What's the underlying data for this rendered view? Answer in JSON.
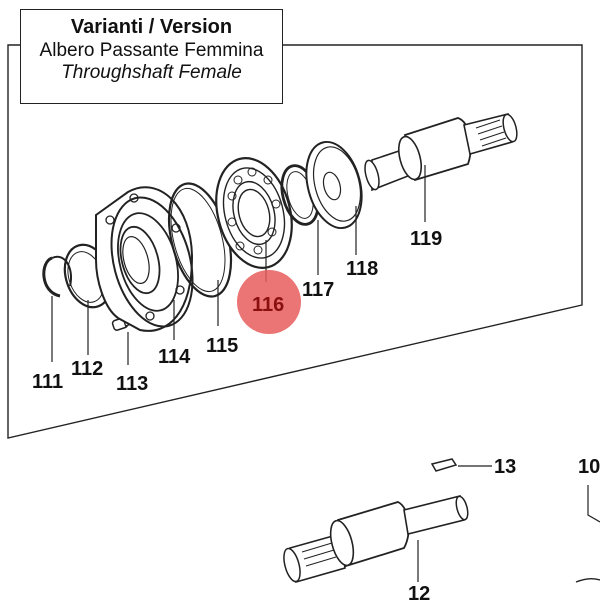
{
  "title_box": {
    "heading": "Varianti / Version",
    "line_it": "Albero Passante Femmina",
    "line_en": "Throughshaft Female"
  },
  "parts": [
    {
      "number": "111"
    },
    {
      "number": "112"
    },
    {
      "number": "113"
    },
    {
      "number": "114"
    },
    {
      "number": "115"
    },
    {
      "number": "116",
      "highlighted": true
    },
    {
      "number": "117"
    },
    {
      "number": "118"
    },
    {
      "number": "119"
    },
    {
      "number": "13"
    },
    {
      "number": "12"
    },
    {
      "number": "10"
    }
  ],
  "colors": {
    "line": "#222222",
    "highlight": "#e85c5c",
    "highlight_text": "#8a0f0f"
  }
}
